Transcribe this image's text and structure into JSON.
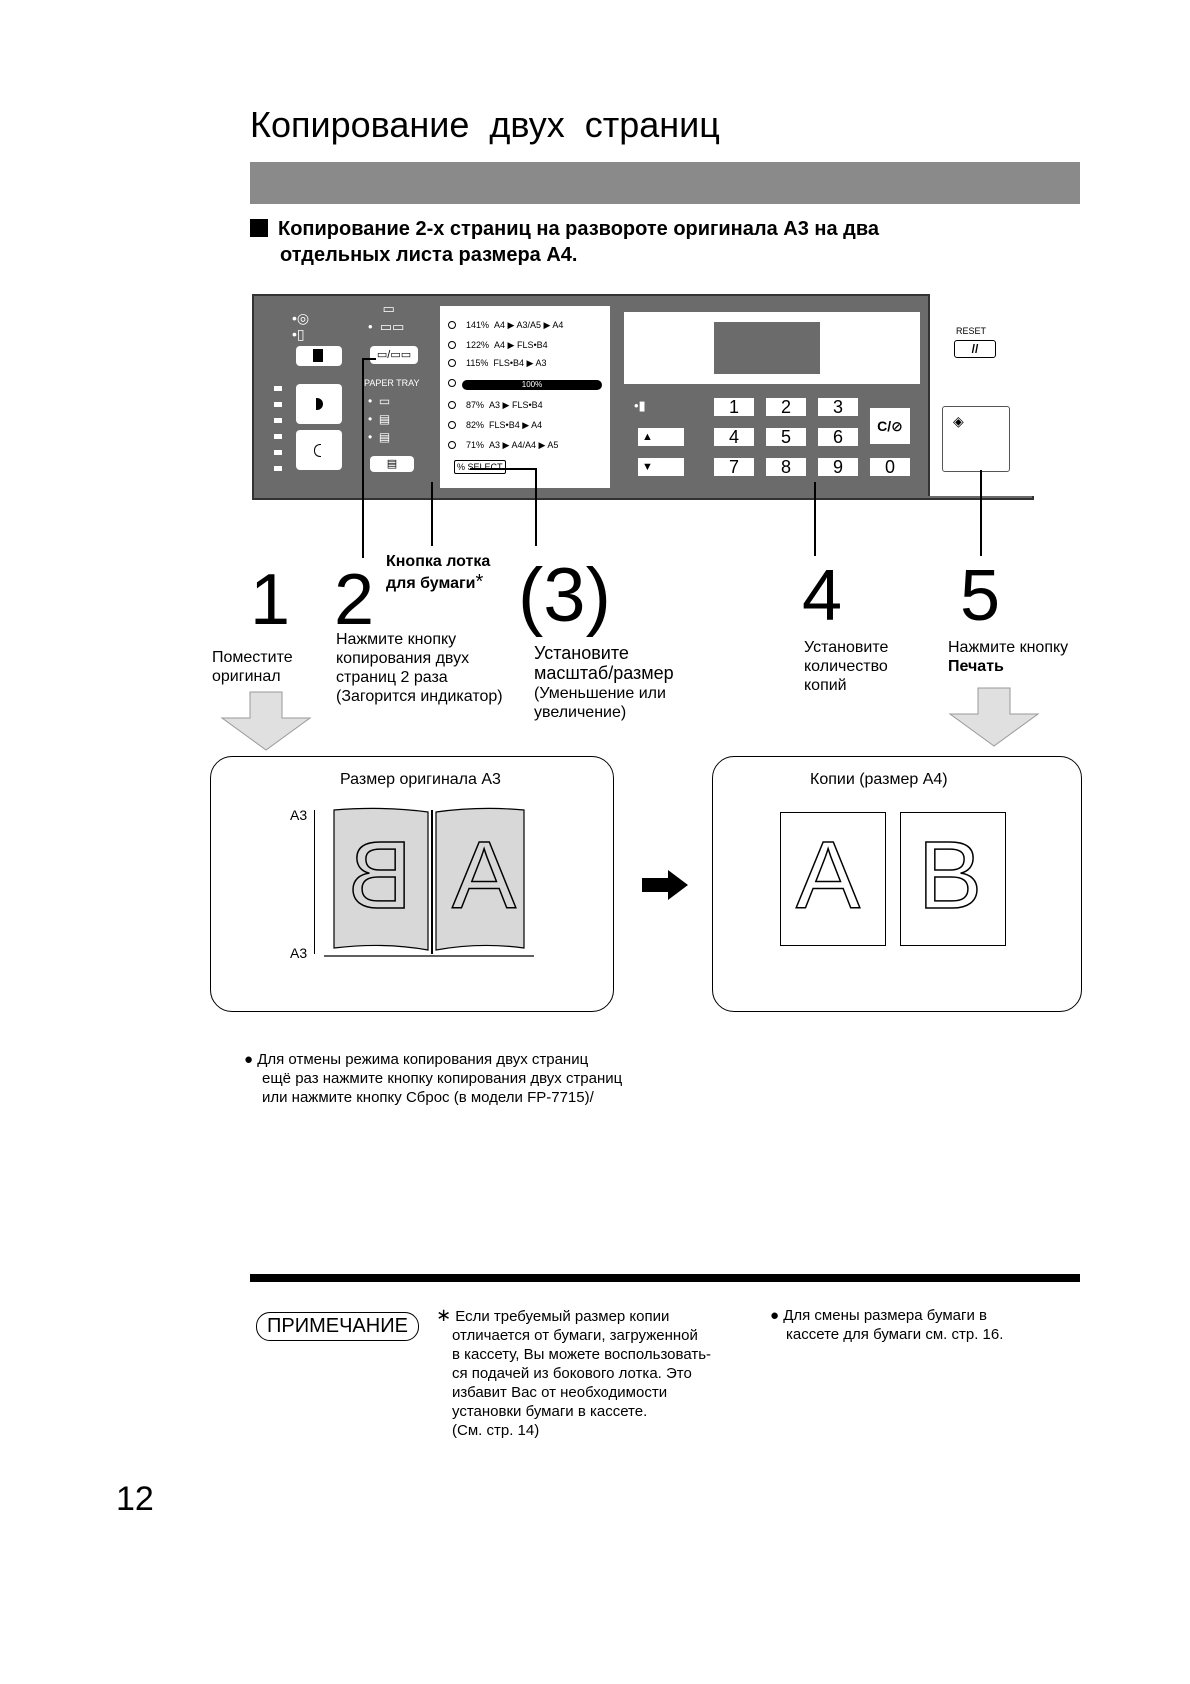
{
  "page_title": "Копирование двух страниц",
  "section_heading_line1": "Копирование 2-х страниц на развороте оригинала А3 на два",
  "section_heading_line2": "отдельных листа размера А4.",
  "panel": {
    "paper_tray_label": "PAPER TRAY",
    "ratios": [
      {
        "pct": "141%",
        "desc": "A4 ▶ A3/A5 ▶ A4"
      },
      {
        "pct": "122%",
        "desc": "A4 ▶ FLS•B4"
      },
      {
        "pct": "115%",
        "desc": "FLS•B4 ▶ A3"
      },
      {
        "pct": "87%",
        "desc": "A3 ▶ FLS•B4"
      },
      {
        "pct": "82%",
        "desc": "FLS•B4 ▶ A4"
      },
      {
        "pct": "71%",
        "desc": "A3 ▶ A4/A4 ▶ A5"
      }
    ],
    "ratio_100": "100%",
    "select_label": "% SELECT",
    "keys": [
      "1",
      "2",
      "3",
      "4",
      "5",
      "6",
      "7",
      "8",
      "9",
      "0"
    ],
    "clear_key": "C/⊘",
    "up_key": "▲",
    "down_key": "▼",
    "reset_label": "RESET",
    "reset_symbol": "//"
  },
  "tray_button_caption_line1": "Кнопка лотка",
  "tray_button_caption_line2": "для бумаги",
  "tray_button_asterisk": "*",
  "steps": [
    {
      "num": "1",
      "lines": [
        "Поместите",
        "оригинал"
      ]
    },
    {
      "num": "2",
      "lines": [
        "Нажмите кнопку",
        "копирования двух",
        "страниц 2 раза",
        "(Загорится индикатор)"
      ]
    },
    {
      "num": "(3)",
      "lines": [
        "Установите",
        "масштаб/размер",
        "(Уменьшение или",
        "увеличение)"
      ]
    },
    {
      "num": "4",
      "lines": [
        "Установите",
        "количество",
        "копий"
      ]
    },
    {
      "num": "5",
      "line1": "Нажмите кнопку",
      "bold": "Печать"
    }
  ],
  "left_box": {
    "caption": "Размер оригинала А3",
    "dim_top": "A3",
    "dim_bottom": "A3",
    "letter_left": "B",
    "letter_right": "A"
  },
  "right_box": {
    "caption": "Копии (размер А4)",
    "letter_left": "A",
    "letter_right": "B"
  },
  "cancel_note": [
    "Для отмены режима копирования двух страниц",
    "ещё раз нажмите кнопку копирования двух страниц",
    "или нажмите кнопку Сброс (в модели FP-7715)/"
  ],
  "note_label": "ПРИМЕЧАНИЕ",
  "note_star": [
    "Если требуемый размер копии",
    "отличается от бумаги, загруженной",
    "в кассету, Вы можете воспользовать-",
    "ся подачей из бокового лотка. Это",
    "избавит Вас от необходимости",
    "установки бумаги в кассете.",
    "(См. стр. 14)"
  ],
  "note_bullet": [
    "Для смены размера бумаги в",
    "кассете для бумаги см. стр. 16."
  ],
  "page_number": "12"
}
